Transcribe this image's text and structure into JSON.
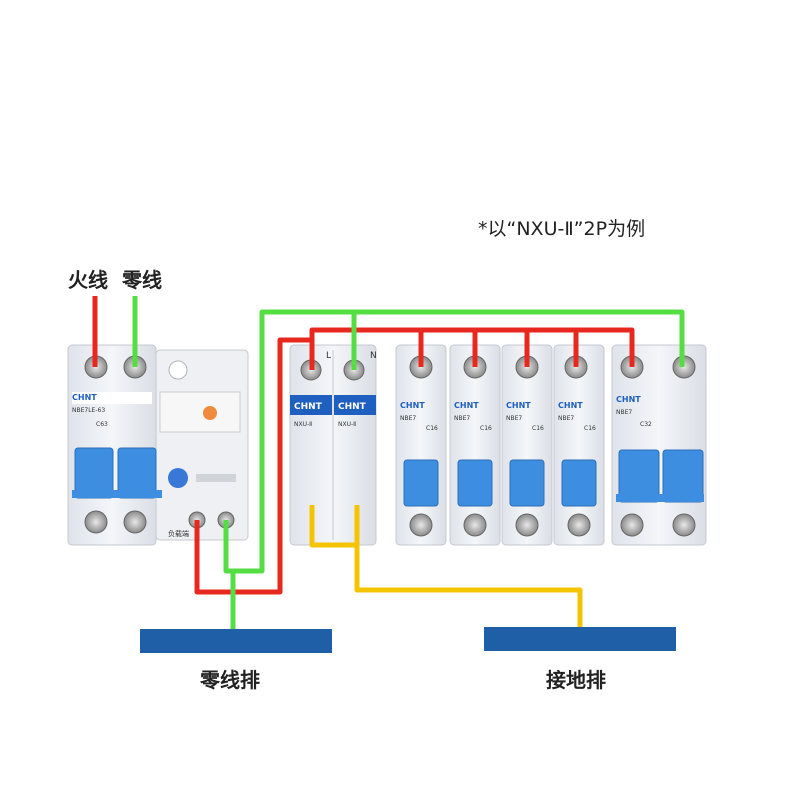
{
  "labels": {
    "note": "*以“NXU-Ⅱ”2P为例",
    "live_wire": "火线",
    "neutral_wire": "零线",
    "neutral_bar": "零线排",
    "ground_bar": "接地排"
  },
  "devices": {
    "main_breaker": {
      "brand": "CHNT",
      "model": "NBE7LE-63",
      "rating": "C63",
      "badge_text": "负载端"
    },
    "spd": [
      {
        "brand": "CHNT",
        "model": "NXU-Ⅱ",
        "pole": "L"
      },
      {
        "brand": "CHNT",
        "model": "NXU-Ⅱ",
        "pole": "N"
      }
    ],
    "small_breakers": [
      {
        "brand": "CHNT",
        "model": "NBE7",
        "rating": "C16"
      },
      {
        "brand": "CHNT",
        "model": "NBE7",
        "rating": "C16"
      },
      {
        "brand": "CHNT",
        "model": "NBE7",
        "rating": "C16"
      },
      {
        "brand": "CHNT",
        "model": "NBE7",
        "rating": "C16"
      }
    ],
    "right_breaker": {
      "brand": "CHNT",
      "model": "NBE7",
      "rating": "C32"
    }
  },
  "colors": {
    "live": "#e8281e",
    "neutral": "#55dd44",
    "ground": "#f5c400",
    "bar": "#1e5fa8",
    "handle": "#3d8ee0",
    "brand_blue": "#1f5fbf"
  }
}
